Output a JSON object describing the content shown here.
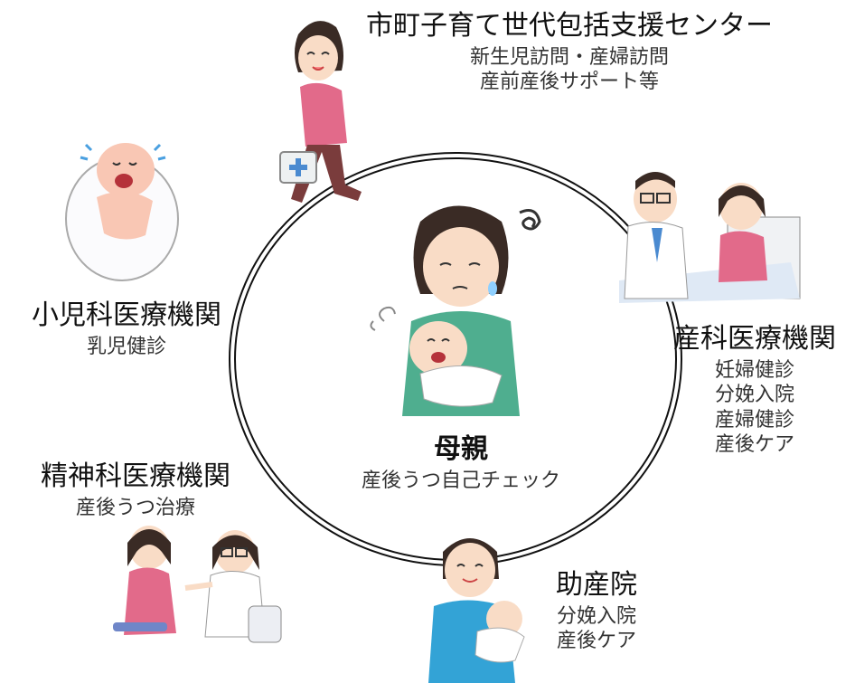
{
  "center": {
    "title": "母親",
    "subtitle": "産後うつ自己チェック"
  },
  "nodes": {
    "municipal": {
      "title": "市町子育て世代包括支援センター",
      "lines": [
        "新生児訪問・産婦訪問",
        "産前産後サポート等"
      ]
    },
    "pediatric": {
      "title": "小児科医療機関",
      "lines": [
        "乳児健診"
      ]
    },
    "obstetric": {
      "title": "産科医療機関",
      "lines": [
        "妊婦健診",
        "分娩入院",
        "産婦健診",
        "産後ケア"
      ]
    },
    "psychiatric": {
      "title": "精神科医療機関",
      "lines": [
        "産後うつ治療"
      ]
    },
    "midwifery": {
      "title": "助産院",
      "lines": [
        "分娩入院",
        "産後ケア"
      ]
    }
  },
  "colors": {
    "pink_shirt": "#e26a8a",
    "green_shirt": "#4fae8f",
    "blue_shirt": "#33a3d6",
    "skin": "#f9dcc6",
    "hair": "#3a2b25"
  }
}
